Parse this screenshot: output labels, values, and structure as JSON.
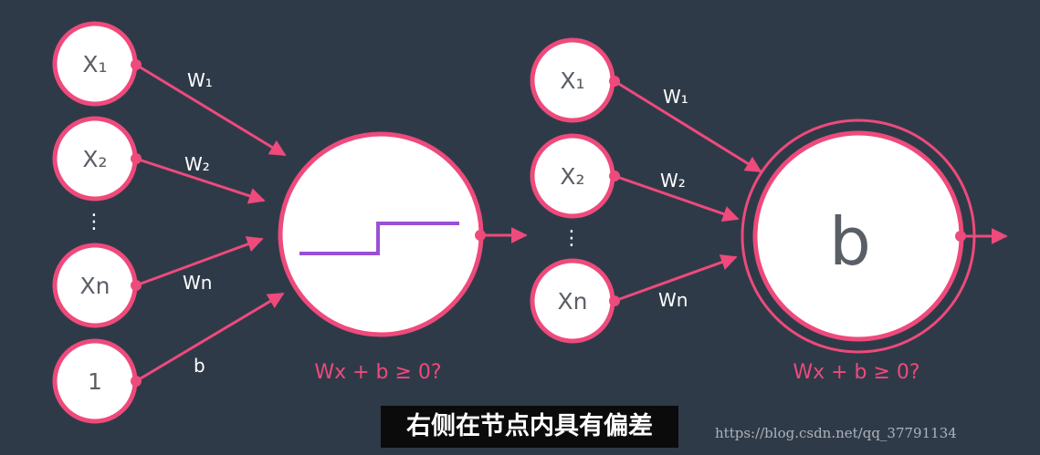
{
  "colors": {
    "background": "#2f3a48",
    "node_border": "#ee4a7c",
    "arrow": "#ee4a7c",
    "node_fill": "#ffffff",
    "step_line": "#9b4fd6",
    "node_text": "#5a5f66",
    "weight_text": "#ffffff",
    "formula_text": "#ee4a7c"
  },
  "left": {
    "inputs": [
      {
        "label": "X₁"
      },
      {
        "label": "X₂"
      },
      {
        "label": "Xn"
      },
      {
        "label": "1"
      }
    ],
    "ellipsis": "⋮",
    "weights": [
      "W₁",
      "W₂",
      "Wn",
      "b"
    ],
    "formula": "Wx + b ≥ 0?"
  },
  "right": {
    "inputs": [
      {
        "label": "X₁"
      },
      {
        "label": "X₂"
      },
      {
        "label": "Xn"
      }
    ],
    "ellipsis": "⋮",
    "weights": [
      "W₁",
      "W₂",
      "Wn"
    ],
    "node_label": "b",
    "formula": "Wx + b ≥ 0?"
  },
  "caption": "右侧在节点内具有偏差",
  "watermark": "https://blog.csdn.net/qq_37791134"
}
